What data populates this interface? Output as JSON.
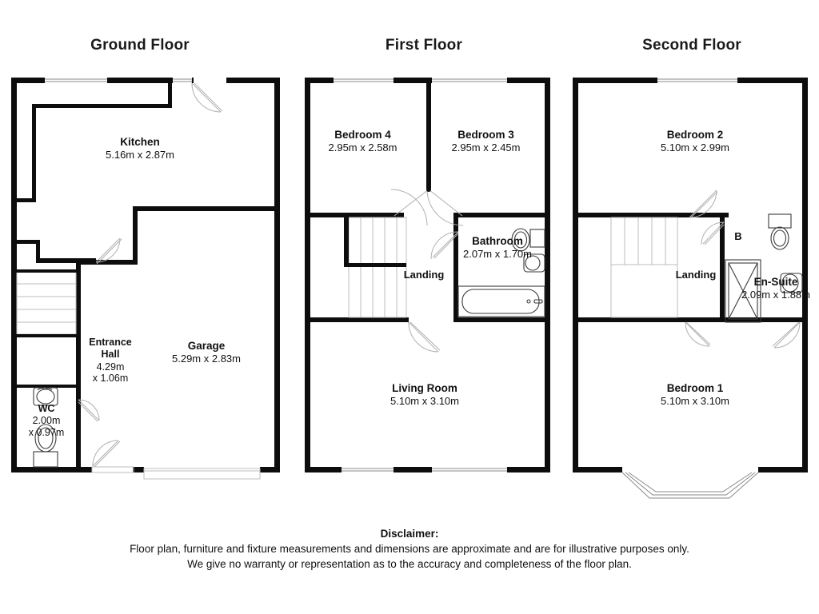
{
  "document": {
    "type": "residential-floor-plan",
    "floors": [
      {
        "id": "ground",
        "title": "Ground Floor",
        "rooms": [
          {
            "name": "Kitchen",
            "dimensions": "5.16m x 2.87m"
          },
          {
            "name": "Garage",
            "dimensions": "5.29m x 2.83m"
          },
          {
            "name": "Entrance Hall",
            "name_line1": "Entrance",
            "name_line2": "Hall",
            "dimensions_line1": "4.29m",
            "dimensions_line2": "x 1.06m"
          },
          {
            "name": "WC",
            "dimensions_line1": "2.00m",
            "dimensions_line2": "x 0.97m"
          }
        ]
      },
      {
        "id": "first",
        "title": "First Floor",
        "rooms": [
          {
            "name": "Bedroom 4",
            "dimensions": "2.95m x 2.58m"
          },
          {
            "name": "Bedroom 3",
            "dimensions": "2.95m x 2.45m"
          },
          {
            "name": "Bathroom",
            "dimensions": "2.07m x 1.70m"
          },
          {
            "name": "Landing",
            "dimensions": ""
          },
          {
            "name": "Living Room",
            "dimensions": "5.10m x 3.10m"
          }
        ]
      },
      {
        "id": "second",
        "title": "Second Floor",
        "rooms": [
          {
            "name": "Bedroom 2",
            "dimensions": "5.10m x 2.99m"
          },
          {
            "name": "Bedroom 1",
            "dimensions": "5.10m x 3.10m"
          },
          {
            "name": "En-Suite",
            "dimensions": "2.09m x 1.88m"
          },
          {
            "name": "Landing",
            "dimensions": ""
          },
          {
            "name": "B",
            "dimensions": ""
          }
        ]
      }
    ]
  },
  "ground": {
    "title": "Ground Floor",
    "kitchen": {
      "name": "Kitchen",
      "dims": "5.16m x 2.87m"
    },
    "garage": {
      "name": "Garage",
      "dims": "5.29m x 2.83m"
    },
    "entrance_hall": {
      "name1": "Entrance",
      "name2": "Hall",
      "dims1": "4.29m",
      "dims2": "x 1.06m"
    },
    "wc": {
      "name": "WC",
      "dims1": "2.00m",
      "dims2": "x 0.97m"
    }
  },
  "first": {
    "title": "First Floor",
    "bedroom4": {
      "name": "Bedroom 4",
      "dims": "2.95m x 2.58m"
    },
    "bedroom3": {
      "name": "Bedroom 3",
      "dims": "2.95m x 2.45m"
    },
    "bathroom": {
      "name": "Bathroom",
      "dims": "2.07m x 1.70m"
    },
    "landing": {
      "name": "Landing"
    },
    "living_room": {
      "name": "Living Room",
      "dims": "5.10m x 3.10m"
    }
  },
  "second": {
    "title": "Second Floor",
    "bedroom2": {
      "name": "Bedroom 2",
      "dims": "5.10m x 2.99m"
    },
    "bedroom1": {
      "name": "Bedroom 1",
      "dims": "5.10m x 3.10m"
    },
    "ensuite": {
      "name": "En-Suite",
      "dims": "2.09m x 1.88m"
    },
    "landing": {
      "name": "Landing"
    },
    "cupboard": {
      "name": "B"
    }
  },
  "disclaimer": {
    "title": "Disclaimer:",
    "line1": "Floor plan, furniture and fixture measurements and dimensions are approximate and are for illustrative purposes only.",
    "line2": "We give no warranty or representation as to the accuracy and completeness of the floor plan."
  },
  "colors": {
    "wall": "#0d0d0d",
    "background": "#ffffff",
    "text": "#111111",
    "fixture_stroke": "#555555",
    "window_line": "#999999"
  }
}
